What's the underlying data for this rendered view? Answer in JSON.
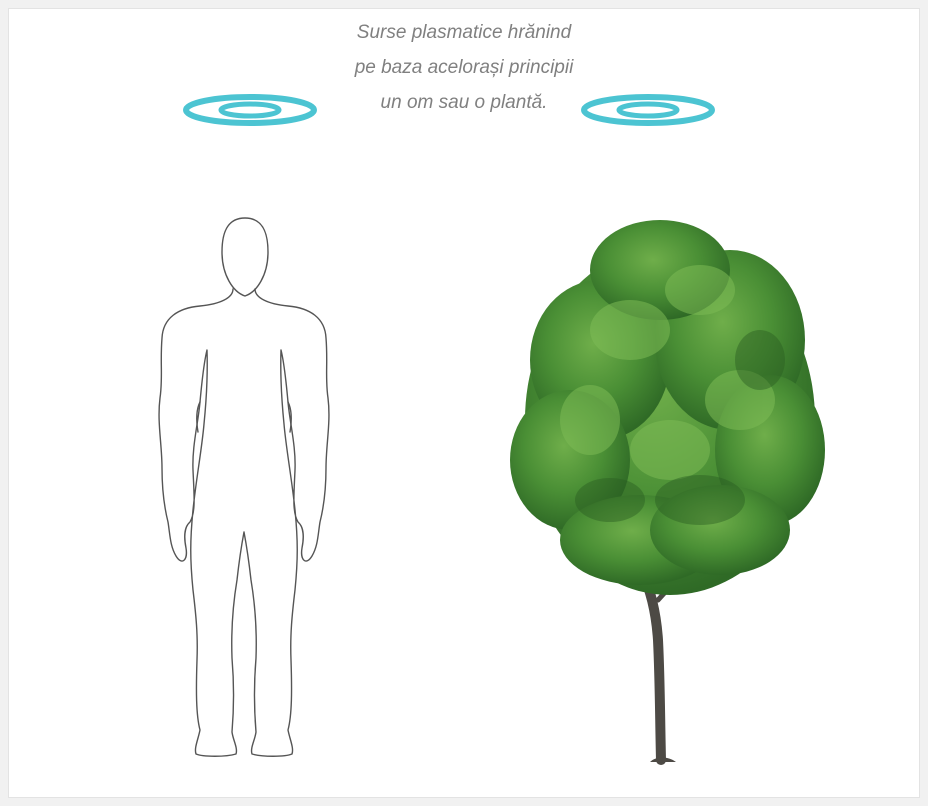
{
  "caption": {
    "line1": "Surse plasmatice hrănind",
    "line2": "pe baza acelorași principii",
    "line3": "un om sau o plantă."
  },
  "icons": {
    "left_ring": "plasma-ring-icon",
    "right_ring": "plasma-ring-icon"
  },
  "colors": {
    "ring": "#4cc4d2",
    "page_background": "#f1f1f1",
    "card_background": "#ffffff",
    "caption_text": "#808080",
    "outline": "#555555",
    "foliage": "#4a8f35",
    "trunk": "#4d4a45"
  }
}
